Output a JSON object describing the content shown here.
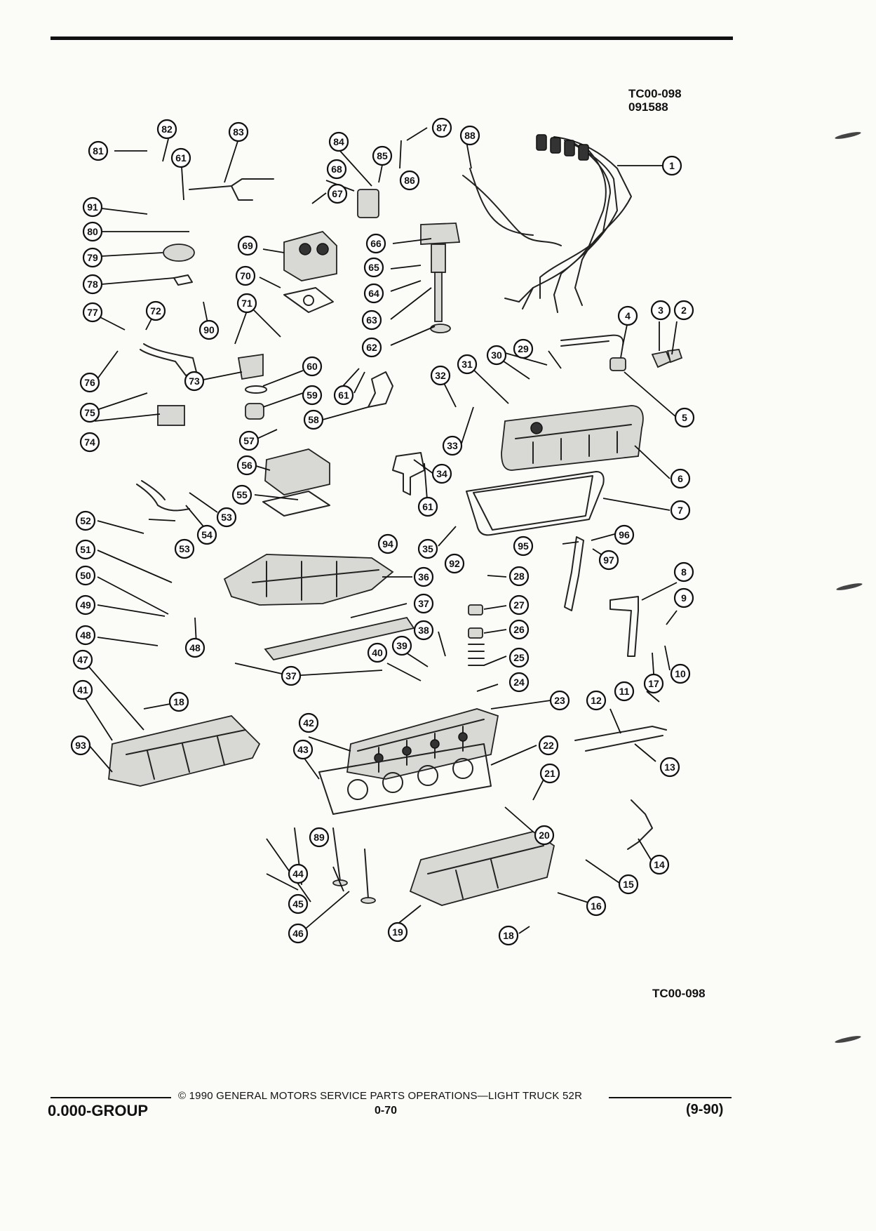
{
  "doc": {
    "ref_top_1": "TC00-098",
    "ref_top_2": "091588",
    "ref_bottom": "TC00-098"
  },
  "footer": {
    "group": "0.000-GROUP",
    "copyright": "© 1990 GENERAL MOTORS SERVICE PARTS OPERATIONS—LIGHT TRUCK 52R",
    "page": "0-70",
    "date": "(9-90)"
  },
  "callouts": [
    "1",
    "2",
    "3",
    "4",
    "5",
    "6",
    "7",
    "8",
    "9",
    "10",
    "11",
    "12",
    "13",
    "14",
    "15",
    "16",
    "17",
    "18",
    "19",
    "20",
    "21",
    "22",
    "23",
    "24",
    "25",
    "26",
    "27",
    "28",
    "29",
    "30",
    "31",
    "32",
    "33",
    "34",
    "35",
    "36",
    "37",
    "38",
    "39",
    "40",
    "41",
    "42",
    "43",
    "44",
    "45",
    "46",
    "47",
    "48",
    "49",
    "50",
    "51",
    "52",
    "53",
    "54",
    "55",
    "56",
    "57",
    "58",
    "59",
    "60",
    "61",
    "62",
    "63",
    "64",
    "65",
    "66",
    "67",
    "68",
    "69",
    "70",
    "71",
    "72",
    "73",
    "74",
    "75",
    "76",
    "77",
    "78",
    "79",
    "80",
    "81",
    "82",
    "83",
    "84",
    "85",
    "86",
    "87",
    "88",
    "89",
    "90",
    "91",
    "92",
    "93",
    "94",
    "95",
    "96",
    "97"
  ]
}
